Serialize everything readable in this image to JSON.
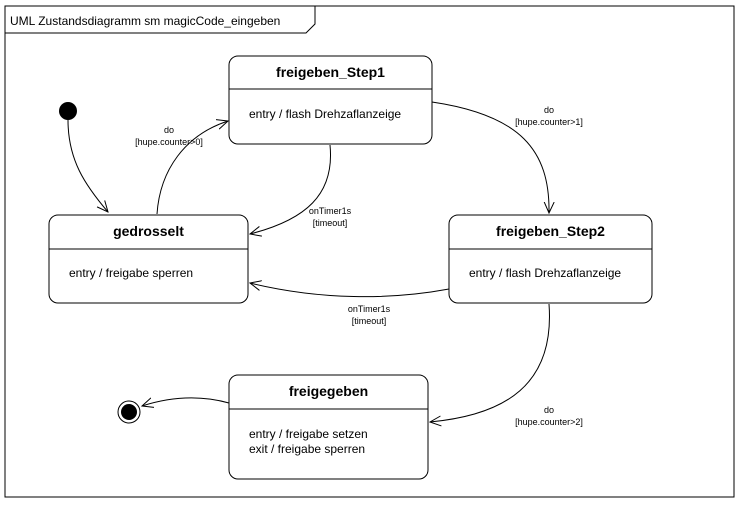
{
  "frame": {
    "title": "UML Zustandsdiagramm sm magicCode_eingeben"
  },
  "states": {
    "freigeben_step1": {
      "name": "freigeben_Step1",
      "actions": [
        "entry / flash Drehzaflanzeige"
      ]
    },
    "gedrosselt": {
      "name": "gedrosselt",
      "actions": [
        "entry / freigabe sperren"
      ]
    },
    "freigeben_step2": {
      "name": "freigeben_Step2",
      "actions": [
        "entry / flash Drehzaflanzeige"
      ]
    },
    "freigegeben": {
      "name": "freigegeben",
      "actions": [
        "entry / freigabe setzen",
        "exit / freigabe sperren"
      ]
    }
  },
  "transitions": {
    "gedrosselt_to_step1": {
      "event": "do",
      "guard": "[hupe.counter>0]"
    },
    "step1_to_step2": {
      "event": "do",
      "guard": "[hupe.counter>1]"
    },
    "step1_to_gedrosselt": {
      "event": "onTimer1s",
      "guard": "[timeout]"
    },
    "step2_to_gedrosselt": {
      "event": "onTimer1s",
      "guard": "[timeout]"
    },
    "step2_to_freigegeben": {
      "event": "do",
      "guard": "[hupe.counter>2]"
    }
  }
}
